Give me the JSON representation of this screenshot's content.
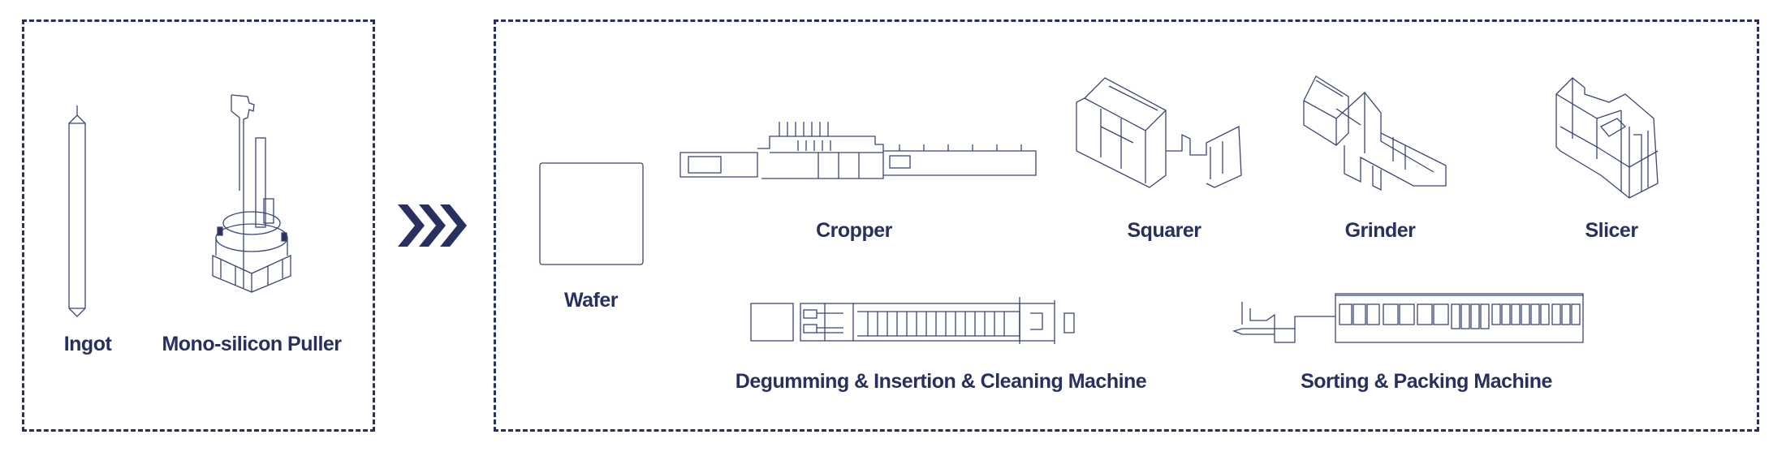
{
  "colors": {
    "primary": "#27305e"
  },
  "raw_stage": {
    "items": [
      {
        "label": "Ingot"
      },
      {
        "label": "Mono-silicon Puller"
      }
    ]
  },
  "flow_arrow_icon": "triple-chevron-right",
  "processing_stage": {
    "items": [
      {
        "label": "Wafer"
      },
      {
        "label": "Cropper"
      },
      {
        "label": "Squarer"
      },
      {
        "label": "Grinder"
      },
      {
        "label": "Slicer"
      },
      {
        "label": "Degumming & Insertion & Cleaning Machine"
      },
      {
        "label": "Sorting & Packing Machine"
      }
    ]
  }
}
